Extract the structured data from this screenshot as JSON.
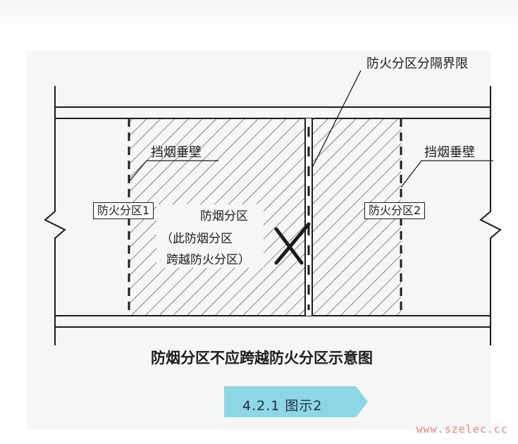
{
  "diagram": {
    "labels": {
      "boundary": "防火分区分隔界限",
      "curtain_left": "挡烟垂壁",
      "curtain_right": "挡烟垂壁",
      "zone_left": "防火分区1",
      "zone_right": "防火分区2",
      "smoke_zone_line1": "防烟分区",
      "smoke_zone_line2": "（此防烟分区",
      "smoke_zone_line3": "跨越防火分区）"
    },
    "caption": "防烟分区不应跨越防火分区示意图"
  },
  "banner": {
    "text": "4.2.1 图示2"
  },
  "watermark": "www.szelec.cc",
  "colors": {
    "line": "#1c1c1c",
    "banner": "#8fd6e4",
    "watermark": "#e38787"
  }
}
